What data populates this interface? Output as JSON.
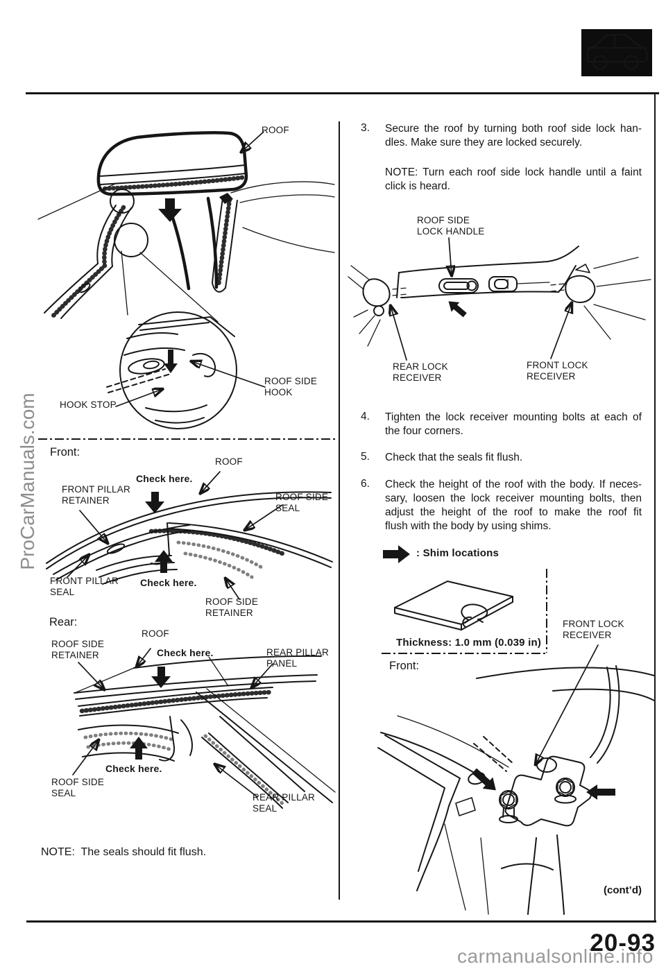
{
  "icons": {
    "car": "car-side-silhouette",
    "shim_pointer": "solid-right-arrow",
    "check_down": "solid-down-arrow",
    "check_up": "solid-up-arrow"
  },
  "colors": {
    "line": "#161616",
    "watermark_gray": "#9a9a9a"
  },
  "left_column": {
    "install_diagram": {
      "roof": "ROOF",
      "roof_side_hook": "ROOF SIDE\nHOOK",
      "hook_stop": "HOOK STOP"
    },
    "front_section": {
      "title": "Front:",
      "roof": "ROOF",
      "check_top": "Check here.",
      "front_pillar_retainer": "FRONT PILLAR\nRETAINER",
      "roof_side_seal": "ROOF SIDE\nSEAL",
      "front_pillar_seal": "FRONT PILLAR\nSEAL",
      "check_bottom": "Check here.",
      "roof_side_retainer": "ROOF SIDE\nRETAINER"
    },
    "rear_section": {
      "title": "Rear:",
      "roof_side_retainer": "ROOF SIDE\nRETAINER",
      "roof": "ROOF",
      "check_top": "Check here.",
      "rear_pillar_panel": "REAR PILLAR\nPANEL",
      "check_bottom": "Check here.",
      "roof_side_seal": "ROOF SIDE\nSEAL",
      "rear_pillar_seal": "REAR PILLAR\nSEAL"
    },
    "note": "NOTE:  The seals should fit flush."
  },
  "right_column": {
    "step3": {
      "num": "3.",
      "lines": [
        "Secure the roof by turning both roof side lock han-",
        "dles. Make sure they are locked securely."
      ]
    },
    "step3_note_lines": [
      "NOTE: Turn each roof side lock handle until a faint",
      "click is heard."
    ],
    "lock_diagram": {
      "roof_side_lock_handle": "ROOF SIDE\nLOCK HANDLE",
      "rear_lock_receiver": "REAR LOCK\nRECEIVER",
      "front_lock_receiver": "FRONT LOCK\nRECEIVER"
    },
    "step4": {
      "num": "4.",
      "lines": [
        "Tighten the lock receiver mounting bolts at each of",
        "the four corners."
      ]
    },
    "step5": {
      "num": "5.",
      "lines": [
        "Check that the seals fit flush."
      ]
    },
    "step6": {
      "num": "6.",
      "lines": [
        "Check the height of the roof with the body. If neces-",
        "sary, loosen the lock receiver mounting bolts, then",
        "adjust the height of the roof to make the roof fit",
        "flush with the body by using shims."
      ]
    },
    "shim_legend": ": Shim locations",
    "shim_thickness": "Thickness: 1.0 mm (0.039 in)",
    "front_label": "Front:",
    "front_lock_receiver": "FRONT LOCK\nRECEIVER",
    "contd": "(cont’d)"
  },
  "footer": {
    "page_number": "20-93",
    "watermark": "carmanualsonline.info"
  },
  "side_watermark": "ProCarManuals.com"
}
